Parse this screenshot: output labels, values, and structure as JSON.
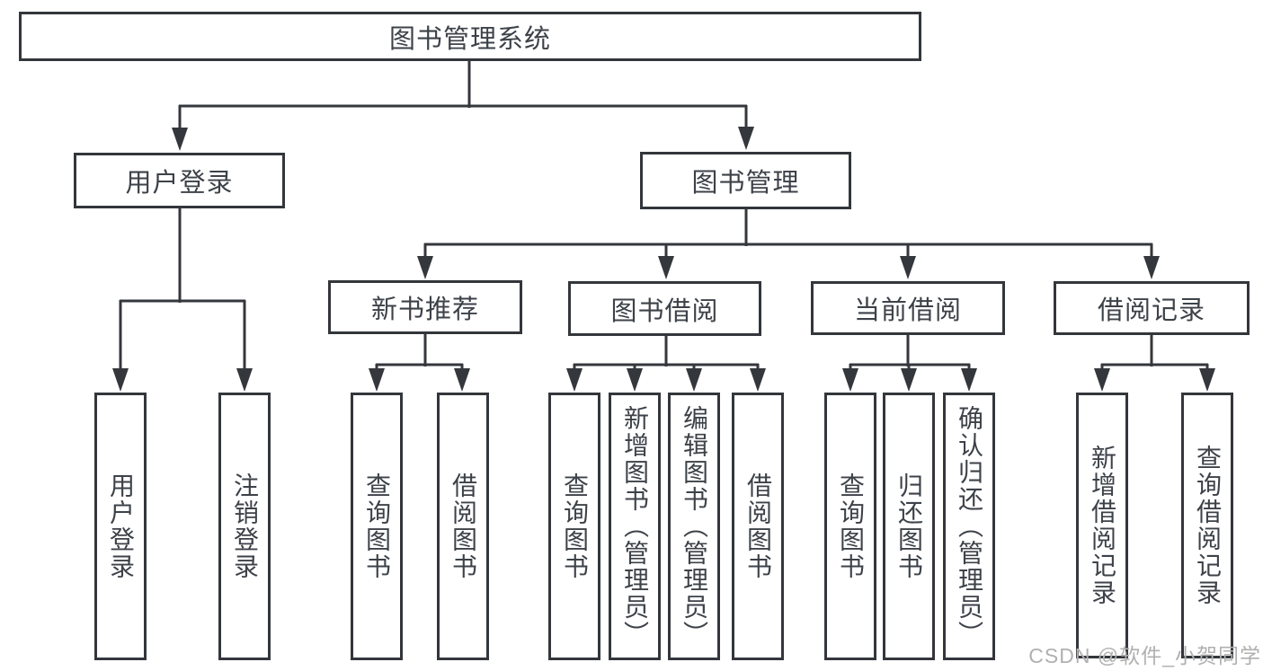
{
  "diagram": {
    "type": "hierarchy-tree",
    "title": "图书管理系统",
    "nodes": {
      "root": {
        "label": "图书管理系统"
      },
      "user_login": {
        "label": "用户登录"
      },
      "book_management": {
        "label": "图书管理"
      },
      "new_book_recommend": {
        "label": "新书推荐"
      },
      "book_borrow": {
        "label": "图书借阅"
      },
      "current_borrow": {
        "label": "当前借阅"
      },
      "borrow_records": {
        "label": "借阅记录"
      },
      "leaf_user_login": {
        "label": "用户登录"
      },
      "leaf_logout": {
        "label": "注销登录"
      },
      "leaf_query_books_1": {
        "label": "查询图书"
      },
      "leaf_borrow_books_1": {
        "label": "借阅图书"
      },
      "leaf_query_books_2": {
        "label": "查询图书"
      },
      "leaf_add_book": {
        "label": "新增图书（管理员）"
      },
      "leaf_edit_book": {
        "label": "编辑图书（管理员）"
      },
      "leaf_borrow_books_2": {
        "label": "借阅图书"
      },
      "leaf_query_books_3": {
        "label": "查询图书"
      },
      "leaf_return_book": {
        "label": "归还图书"
      },
      "leaf_confirm_return": {
        "label": "确认归还（管理员）"
      },
      "leaf_add_borrow_record": {
        "label": "新增借阅记录"
      },
      "leaf_query_borrow_record": {
        "label": "查询借阅记录"
      }
    },
    "hierarchy": {
      "图书管理系统": {
        "用户登录": [
          "用户登录",
          "注销登录"
        ],
        "图书管理": {
          "新书推荐": [
            "查询图书",
            "借阅图书"
          ],
          "图书借阅": [
            "查询图书",
            "新增图书（管理员）",
            "编辑图书（管理员）",
            "借阅图书"
          ],
          "当前借阅": [
            "查询图书",
            "归还图书",
            "确认归还（管理员）"
          ],
          "借阅记录": [
            "新增借阅记录",
            "查询借阅记录"
          ]
        }
      }
    },
    "colors": {
      "line": "#34373c",
      "border": "#33363b",
      "text": "#3d4249",
      "watermark": "#b0b0b0",
      "background": "#ffffff"
    },
    "watermark": "CSDN @软件_小贺同学"
  }
}
